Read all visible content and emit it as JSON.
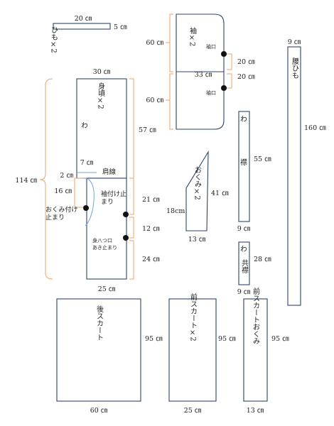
{
  "himo": {
    "label": "ひも×2",
    "width": "20 ㎝",
    "height": "5 ㎝"
  },
  "sode": {
    "label": "袖×2",
    "height_top": "60 ㎝",
    "height_bottom": "60 ㎝",
    "sodeguchi_top": "袖口",
    "sodeguchi_bottom": "袖口",
    "mark_a": "20 ㎝",
    "width": "33 ㎝",
    "mark_b": "20 ㎝"
  },
  "koshihimo": {
    "label": "腰ひも",
    "width": "9 ㎝",
    "length": "160 ㎝"
  },
  "migoro": {
    "label": "身頃×2",
    "wa": "わ",
    "width": "30 ㎝",
    "upper": "57 ㎝",
    "total": "114 ㎝",
    "kata": "肩線",
    "seven": "7 ㎝",
    "two": "2 ㎝",
    "sixteen": "16 ㎝",
    "okumi_stop": "おくみ付け止まり",
    "sode_stop": "袖付け止まり",
    "yatsu_stop": "身八つ口あき止まり",
    "d21": "21 ㎝",
    "d12": "12 ㎝",
    "d24": "24 ㎝",
    "bottom": "25 ㎝"
  },
  "okumi": {
    "label": "おくみ×2",
    "height": "41 ㎝",
    "left": "18cm",
    "bottom": "13 ㎝"
  },
  "eri": {
    "wa": "わ",
    "label": "襟",
    "length": "55 ㎝",
    "width": "9 ㎝"
  },
  "tomoeri": {
    "wa": "わ",
    "label": "共襟",
    "length": "28 ㎝",
    "width": "9 ㎝"
  },
  "ushiro_skirt": {
    "label": "後スカート",
    "height": "95 ㎝",
    "width": "60 ㎝"
  },
  "mae_skirt": {
    "label": "前スカート×2",
    "height": "95 ㎝",
    "width": "25 ㎝"
  },
  "mae_okumi": {
    "label": "前スカートおくみ",
    "height": "95 ㎝",
    "width": "13 ㎝"
  }
}
